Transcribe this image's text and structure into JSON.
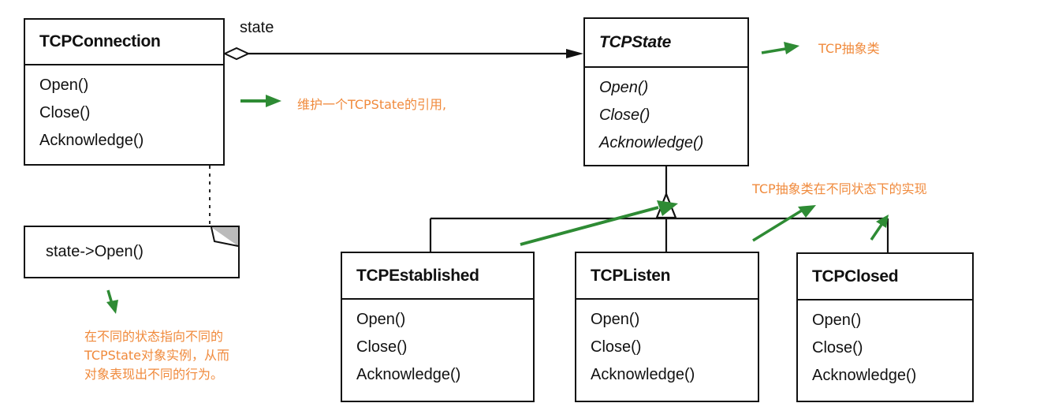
{
  "diagram": {
    "type": "UML class diagram - State pattern",
    "classes": {
      "connection": {
        "name": "TCPConnection",
        "operations": [
          "Open()",
          "Close()",
          "Acknowledge()"
        ]
      },
      "state": {
        "name": "TCPState",
        "abstract": true,
        "operations": [
          "Open()",
          "Close()",
          "Acknowledge()"
        ]
      },
      "established": {
        "name": "TCPEstablished",
        "operations": [
          "Open()",
          "Close()",
          "Acknowledge()"
        ]
      },
      "listen": {
        "name": "TCPListen",
        "operations": [
          "Open()",
          "Close()",
          "Acknowledge()"
        ]
      },
      "closed": {
        "name": "TCPClosed",
        "operations": [
          "Open()",
          "Close()",
          "Acknowledge()"
        ]
      }
    },
    "association_label": "state",
    "note_text": "state->Open()",
    "annotations": {
      "reference": "维护一个TCPState的引用,",
      "abstract": "TCP抽象类",
      "implementations": "TCP抽象类在不同状态下的实现",
      "behavior_lines": [
        "在不同的状态指向不同的",
        "TCPState对象实例，从而",
        "对象表现出不同的行为。"
      ]
    },
    "colors": {
      "line": "#111111",
      "annotation_text": "#f08a3c",
      "arrow_green": "#2e8b34"
    }
  }
}
